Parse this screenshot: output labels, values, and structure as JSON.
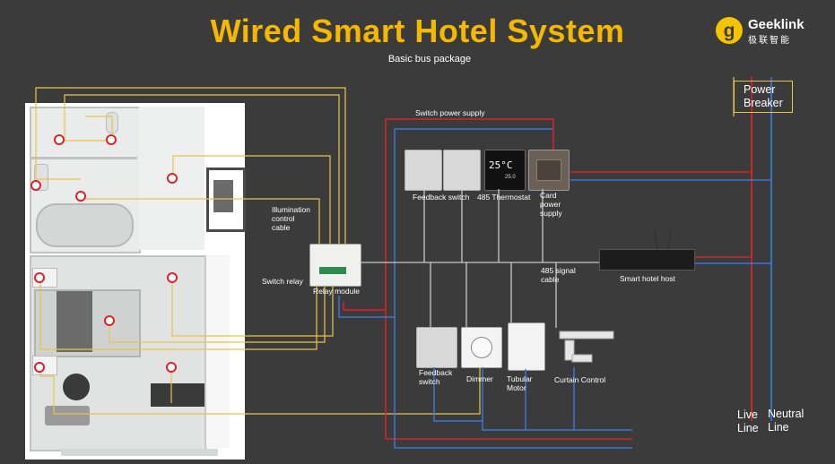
{
  "header": {
    "title": "Wired Smart Hotel System",
    "subtitle": "Basic bus package"
  },
  "logo": {
    "brand": "Geeklink",
    "brand_cn": "极联智能",
    "icon": "geeklink-g-logo"
  },
  "labels": {
    "power_breaker": [
      "Power",
      "Breaker"
    ],
    "switch_power_supply": "Switch power supply",
    "illumination_control_cable": [
      "Illumination",
      "control",
      "cable"
    ],
    "switch_relay": "Switch relay",
    "relay_module": "Relay module",
    "feedback_switch_top": "Feedback switch",
    "thermostat": "485 Thermostat",
    "card_power_supply": [
      "Card",
      "power",
      "supply"
    ],
    "signal_cable": [
      "485 signal",
      "cable"
    ],
    "smart_hotel_host": "Smart hotel host",
    "feedback_switch_bottom": [
      "Feedback",
      "switch"
    ],
    "dimmer": "Dimmer",
    "tubular_motor": [
      "Tubular",
      "Motor"
    ],
    "curtain_control": "Curtain Control",
    "live_line": [
      "Live",
      "Line"
    ],
    "neutral_line": [
      "Neutral",
      "Line"
    ]
  },
  "thermostat_display": {
    "temp": "25°C",
    "small": "25.0"
  },
  "colors": {
    "title": "#f5b800",
    "background": "#3b3b3b",
    "control_wire": "#e8c34a",
    "live_wire": "#d9232a",
    "neutral_wire": "#3a78d8",
    "signal_wire": "#c8c8c8",
    "marker": "#e0212a"
  }
}
